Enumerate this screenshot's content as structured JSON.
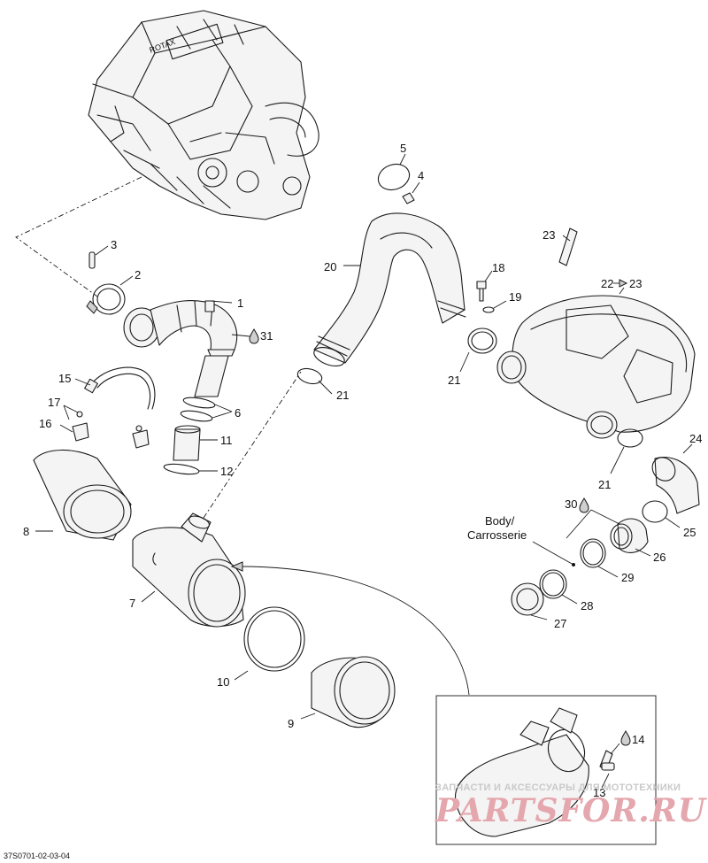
{
  "diagram": {
    "reference_code": "37S0701-02-03-04",
    "callouts": {
      "p1": "1",
      "p2": "2",
      "p3": "3",
      "p4": "4",
      "p5": "5",
      "p6": "6",
      "p7": "7",
      "p8": "8",
      "p9": "9",
      "p10": "10",
      "p11": "11",
      "p12": "12",
      "p13": "13",
      "p14": "14",
      "p15": "15",
      "p16": "16",
      "p17": "17",
      "p18": "18",
      "p19": "19",
      "p20": "20",
      "p21a": "21",
      "p21b": "21",
      "p21c": "21",
      "p22": "22",
      "p22_target": "23",
      "p23": "23",
      "p24": "24",
      "p25": "25",
      "p26": "26",
      "p27": "27",
      "p28": "28",
      "p29": "29",
      "p30": "30",
      "p31": "31"
    },
    "body_label_line1": "Body/",
    "body_label_line2": "Carrosserie"
  },
  "watermark": {
    "tagline": "ЗАПЧАСТИ И АКСЕССУАРЫ ДЛЯ МОТОТЕХНИКИ",
    "brand": "PARTSFOR.RU"
  }
}
